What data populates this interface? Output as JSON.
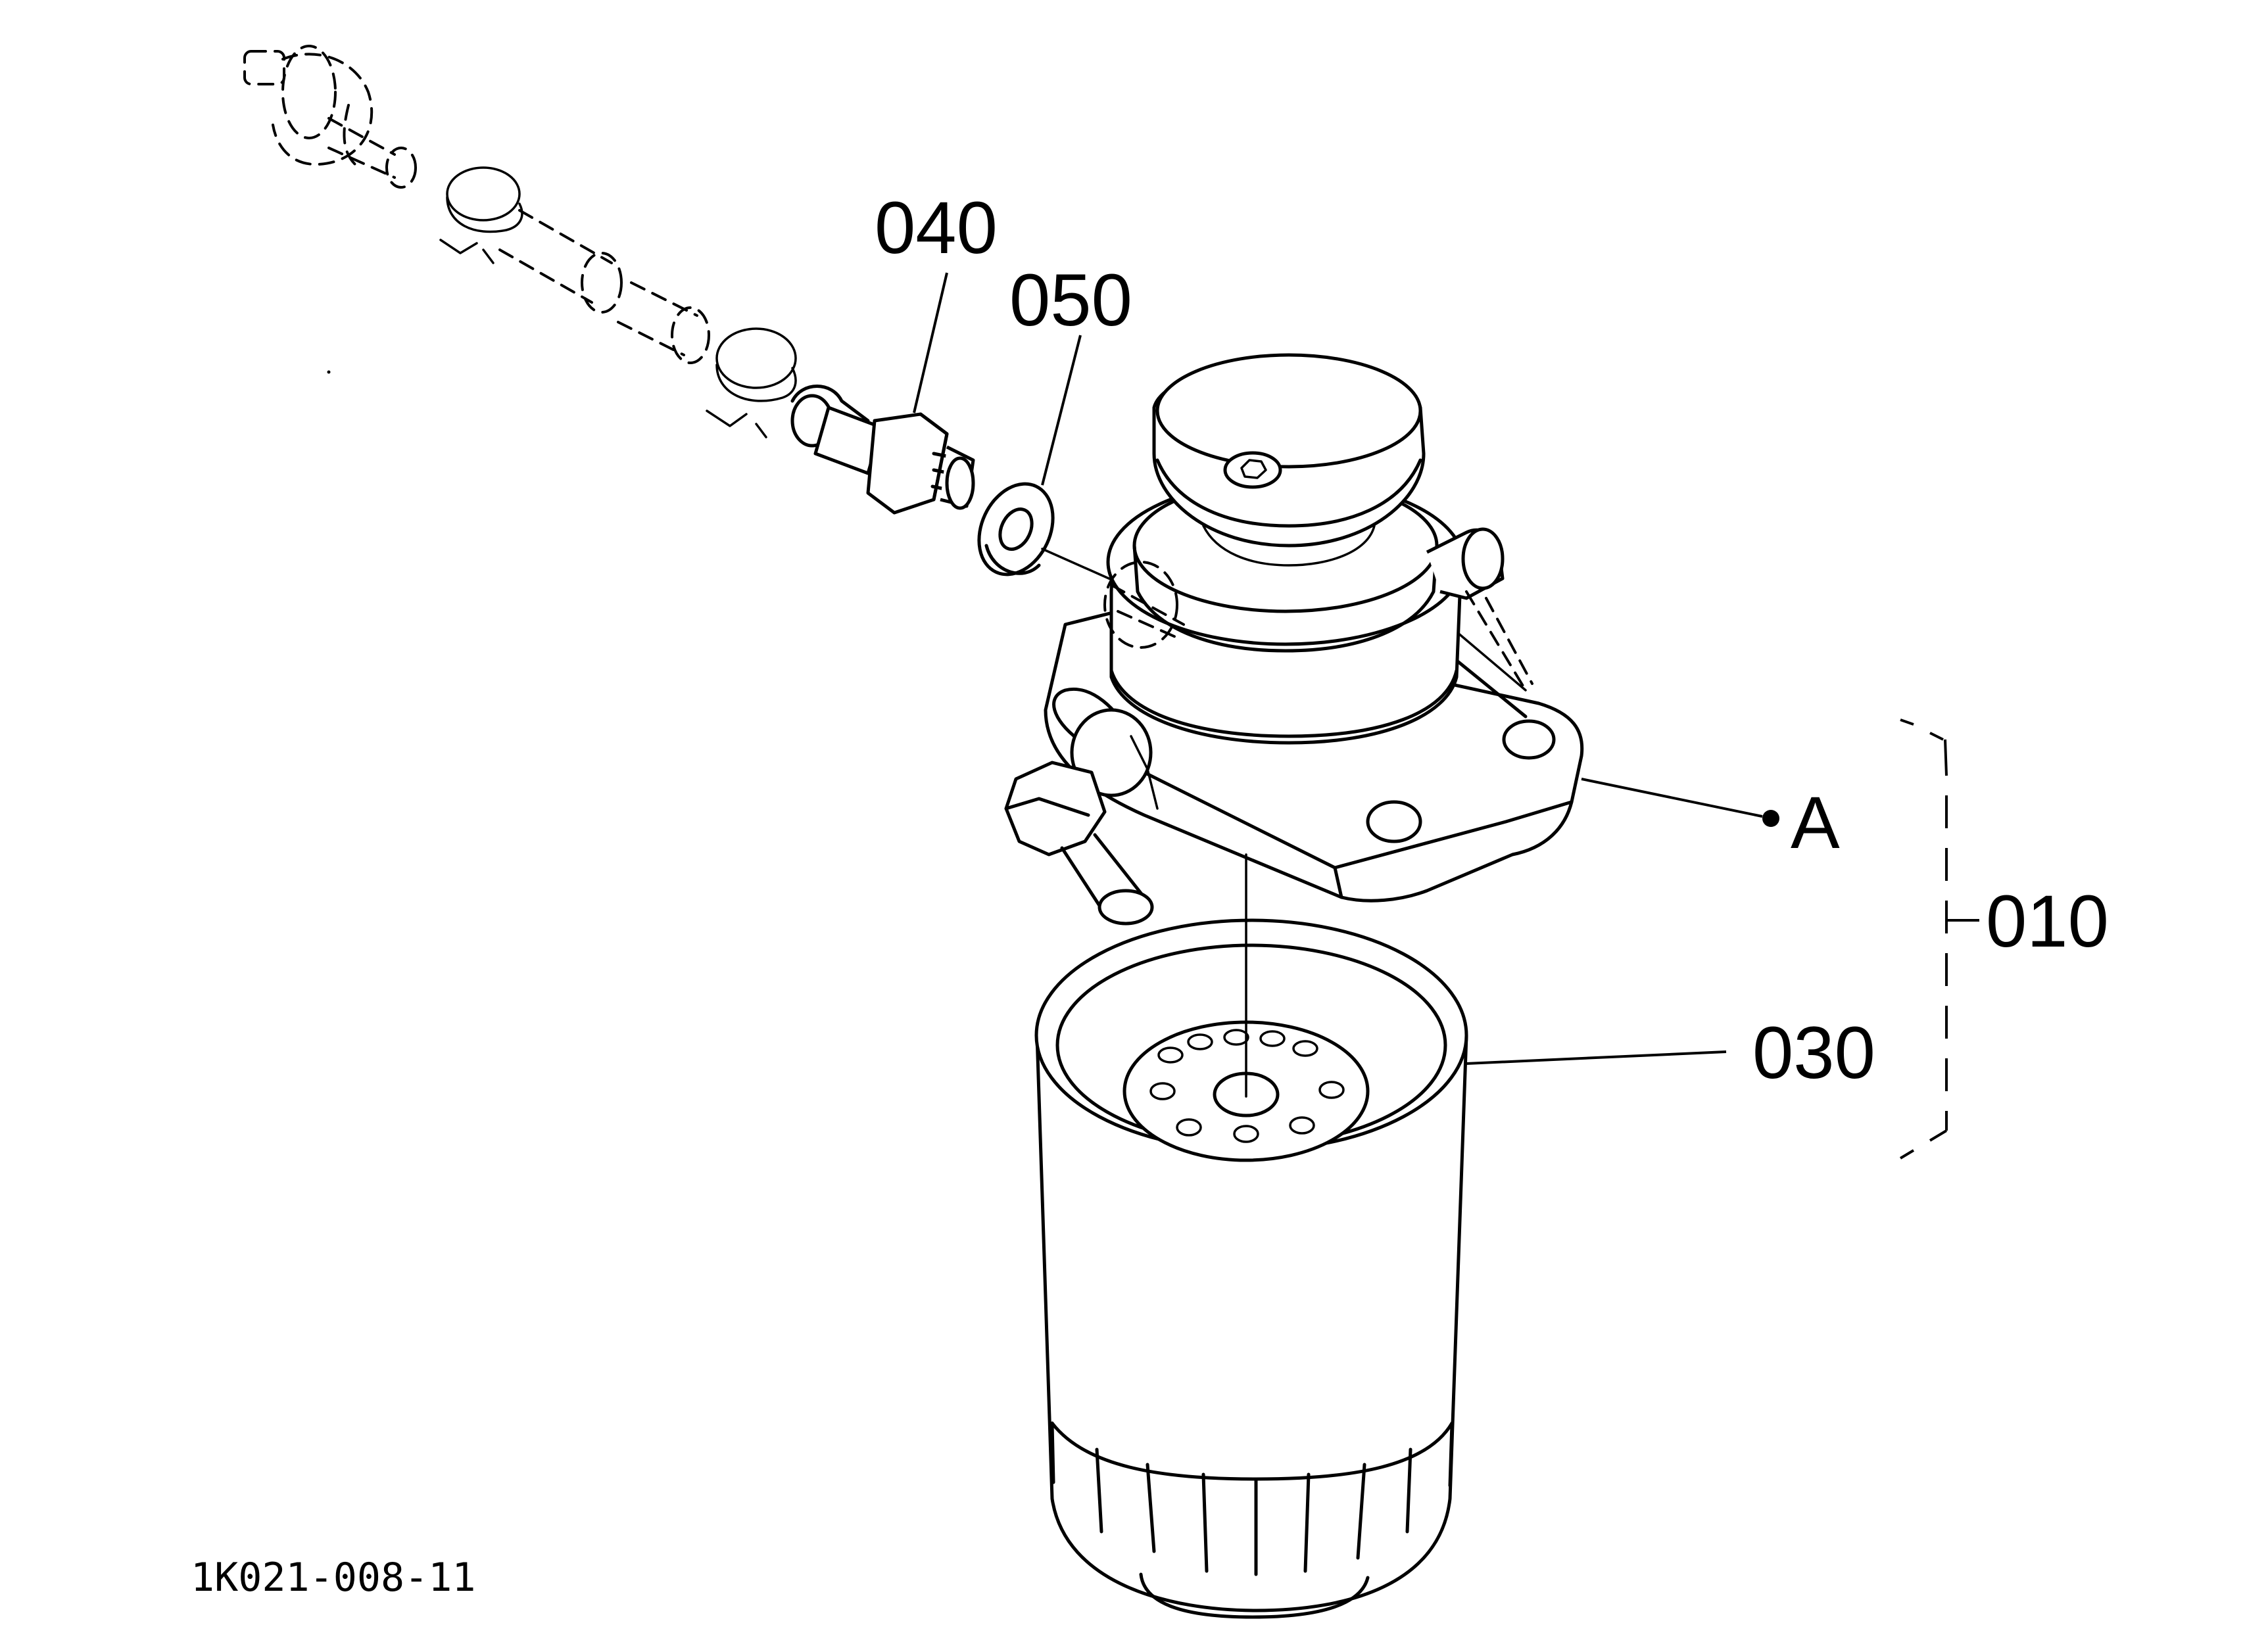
{
  "diagram": {
    "figure_code": "1K021-008-11",
    "callouts": {
      "c040": "040",
      "c050": "050",
      "cA": "A",
      "c010": "010",
      "c030": "030"
    }
  }
}
